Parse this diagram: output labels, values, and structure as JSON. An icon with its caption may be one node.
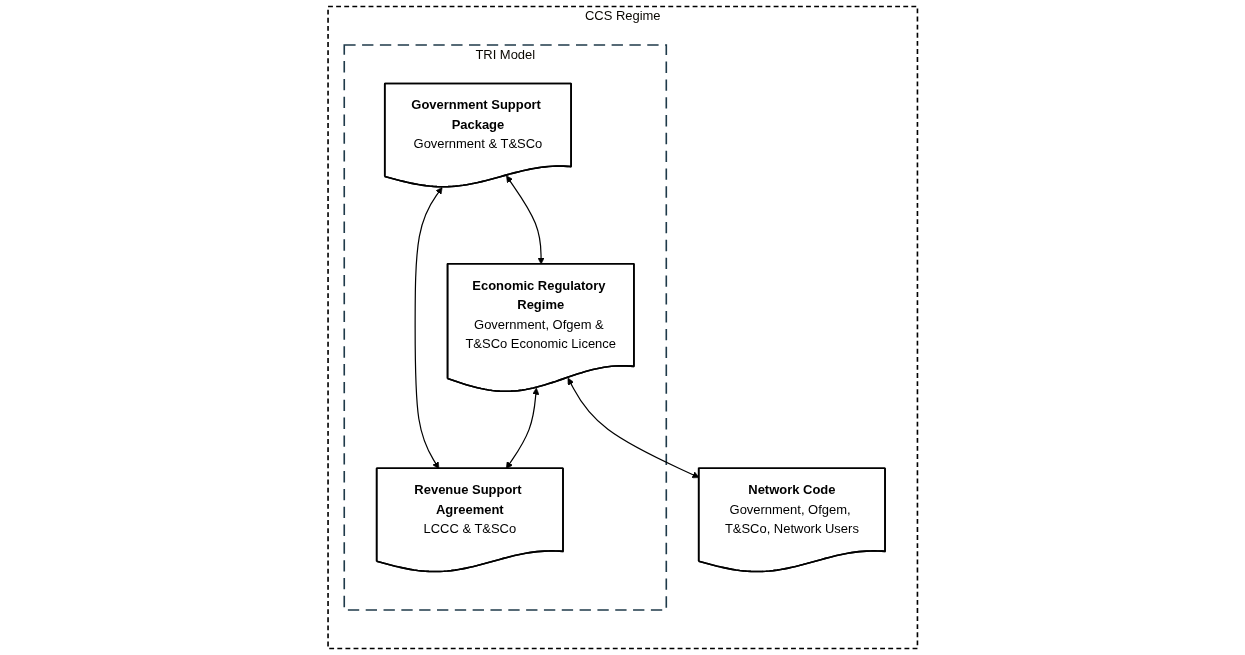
{
  "diagram": {
    "nodes": [
      {
        "text": [
          "CCS Regime"
        ]
      },
      {
        "text": [
          "TRI Model"
        ],
        "in": 0
      },
      {
        "text": [
          "Government Support Package",
          "Government & T&SCo"
        ],
        "in": 1
      },
      {
        "text": [
          "Economic Regulatory Regime",
          "Government, Ofgem & T&SCo Economic Licence"
        ],
        "in": 1
      },
      {
        "text": [
          "Network Code",
          "Government, Ofgem, T&SCo, Network Users"
        ],
        "in": 0
      },
      {
        "text": [
          "Revenue Support Agreement",
          "LCCC & T&SCo"
        ],
        "in": 1
      }
    ],
    "edges": [
      {
        "from": 2,
        "to": 3,
        "arrow": "both"
      },
      {
        "from": 3,
        "to": 4,
        "arrow": "both"
      },
      {
        "from": 2,
        "to": 5,
        "arrow": "both"
      },
      {
        "from": 3,
        "to": 5,
        "arrow": "both"
      }
    ]
  }
}
